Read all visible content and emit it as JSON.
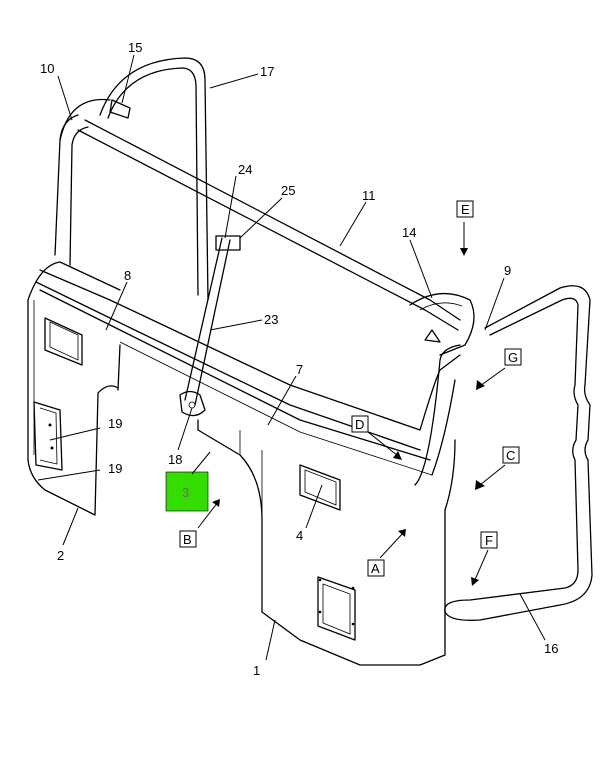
{
  "callouts": {
    "c1": "1",
    "c2": "2",
    "c3": "3",
    "c4": "4",
    "c7": "7",
    "c8": "8",
    "c9": "9",
    "c10": "10",
    "c11": "11",
    "c14": "14",
    "c15": "15",
    "c16": "16",
    "c17": "17",
    "c18": "18",
    "c19a": "19",
    "c19b": "19",
    "c23": "23",
    "c24": "24",
    "c25": "25"
  },
  "view_labels": {
    "A": "A",
    "B": "B",
    "C": "C",
    "D": "D",
    "E": "E",
    "F": "F",
    "G": "G"
  },
  "highlight": {
    "part": "3",
    "color": "#33dd00"
  }
}
